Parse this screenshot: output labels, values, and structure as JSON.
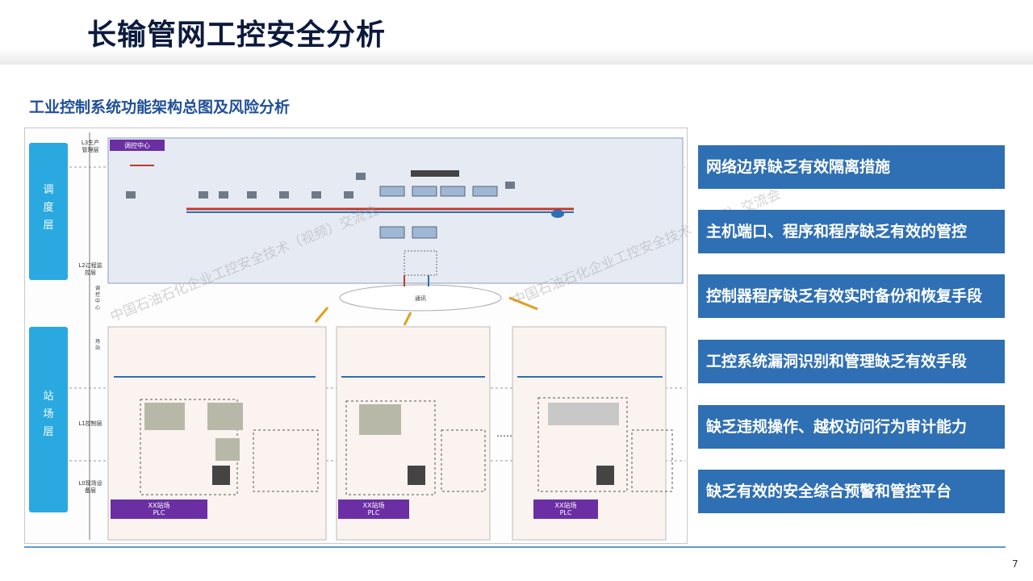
{
  "page": {
    "title": "长输管网工控安全分析",
    "subtitle": "工业控制系统功能架构总图及风险分析",
    "page_number": "7"
  },
  "diagram": {
    "layers": {
      "dispatch": "调\n度\n层",
      "station": "站\n场\n层"
    },
    "levels": {
      "l3": "L3生产\n管理层",
      "l2": "L2过程监\n控层",
      "dispatch_center": "调\n控\n中\n心",
      "station_tag": "场\n站",
      "l1": "L1控制层",
      "l0": "L0现场设\n备层"
    },
    "control_center_label": "调控中心",
    "network_cloud_label": "通讯",
    "station_labels": [
      "XX站场\nPLC",
      "XX站场\nPLC",
      "XX站场\nPLC"
    ],
    "ellipsis": "……",
    "watermark": "中国石油石化企业工控安全技术（视频）交流会"
  },
  "risks": [
    "网络边界缺乏有效隔离措施",
    "主机端口、程序和程序缺乏有效的管控",
    "控制器程序缺乏有效实时备份和恢复手段",
    "工控系统漏洞识别和管理缺乏有效手段",
    "缺乏违规操作、越权访问行为审计能力",
    "缺乏有效的安全综合预警和管控平台"
  ],
  "colors": {
    "title": "#0b1a3d",
    "subtitle": "#1f4f97",
    "risk_box": "#2f6fb3",
    "layer_box": "#2aa9e0",
    "station_label": "#6b2fa3"
  }
}
